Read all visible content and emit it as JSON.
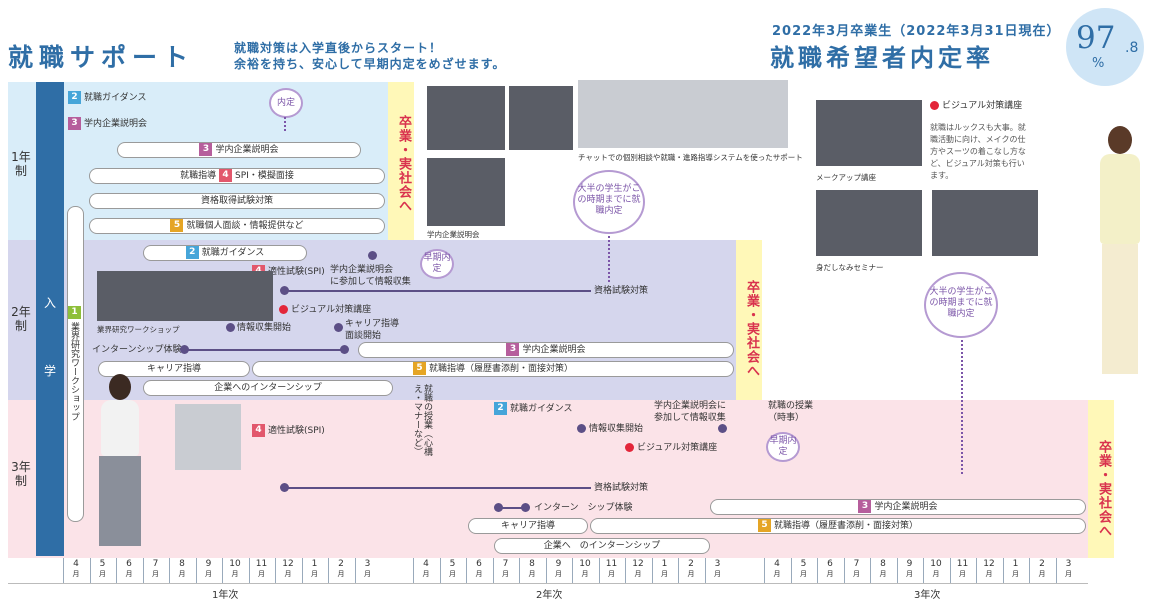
{
  "header": {
    "title": "就職サポート",
    "subtitle_line1": "就職対策は入学直後からスタート！",
    "subtitle_line2": "余裕を持ち、安心して早期内定をめざせます。",
    "rate_caption": "2022年3月卒業生（2022年3月31日現在）",
    "rate_title": "就職希望者内定率",
    "rate_value": "97",
    "rate_decimal": ".8",
    "rate_unit": "%"
  },
  "rows": {
    "year1": "1年制",
    "year2": "2年制",
    "year3": "3年制",
    "nyugaku": [
      "入",
      "学"
    ],
    "graduation": "卒業・実社会へ"
  },
  "year1": {
    "guidance": "就職ガイダンス",
    "briefing": "学内企業説明会",
    "briefing_pill": "学内企業説明会",
    "spi_prefix": "就職指導",
    "spi": "SPI・模擬面接",
    "license": "資格取得試験対策",
    "personal": "就職個人面談・情報提供など",
    "naitei": "内定",
    "workshop": "業界研究ワークショップ"
  },
  "year2": {
    "guidance": "就職ガイダンス",
    "spi": "適性試験(SPI)",
    "briefing_line1": "学内企業説明会",
    "briefing_line2": "に参加して情報収集",
    "license": "資格試験対策",
    "workshop_caption": "業界研究ワークショップ",
    "info_start": "情報収集開始",
    "visual": "ビジュアル対策講座",
    "career_line1": "キャリア指導",
    "career_line2": "面談開始",
    "internship": "インターンシップ体験",
    "briefing_pill": "学内企業説明会",
    "career": "キャリア指導",
    "guidance_resume": "就職指導（履歴書添削・面接対策）",
    "intern_company": "企業へのインターンシップ",
    "soki": "早期内定"
  },
  "year3": {
    "spi": "適性試験(SPI)",
    "manner": "就職の授業（心構え・マナーなど）",
    "guidance": "就職ガイダンス",
    "briefing_line1": "学内企業説明会に",
    "briefing_line2": "参加して情報収集",
    "info_start": "情報収集開始",
    "class_line1": "就職の授業",
    "class_line2": "（時事）",
    "visual": "ビジュアル対策講座",
    "soki": "早期内定",
    "license": "資格試験対策",
    "internship": "インターン　シップ体験",
    "briefing_pill": "学内企業説明会",
    "career": "キャリア指導",
    "guidance_resume": "就職指導（履歴書添削・面接対策）",
    "intern_company": "企業へ　のインターンシップ"
  },
  "photos": {
    "caption_briefing": "学内企業説明会",
    "caption_chat": "チャットでの個別相談や就職・進路指導システムを使ったサポート",
    "bubble_majority": "大半の学生がこの時期までに就職内定",
    "visual_title": "ビジュアル対策講座",
    "visual_desc": "就職はルックスも大事。就職活動に向け、メイクの仕方やスーツの着こなし方など、ビジュアル対策も行います。",
    "caption_makeup": "メークアップ講座",
    "caption_grooming": "身だしなみセミナー",
    "bubble_majority2": "大半の学生がこの時期までに就職内定"
  },
  "axis": {
    "months": [
      "4",
      "5",
      "6",
      "7",
      "8",
      "9",
      "10",
      "11",
      "12",
      "1",
      "2",
      "3"
    ],
    "month_unit": "月",
    "year1": "1年次",
    "year2": "2年次",
    "year3": "3年次"
  },
  "colors": {
    "blue": "#2f6ea6",
    "year1_band": "#d9edf9",
    "year2_band": "#d5d6ed",
    "year3_band": "#fbe3e8",
    "graduation": "#d9324e",
    "purple": "#5c4f86"
  }
}
